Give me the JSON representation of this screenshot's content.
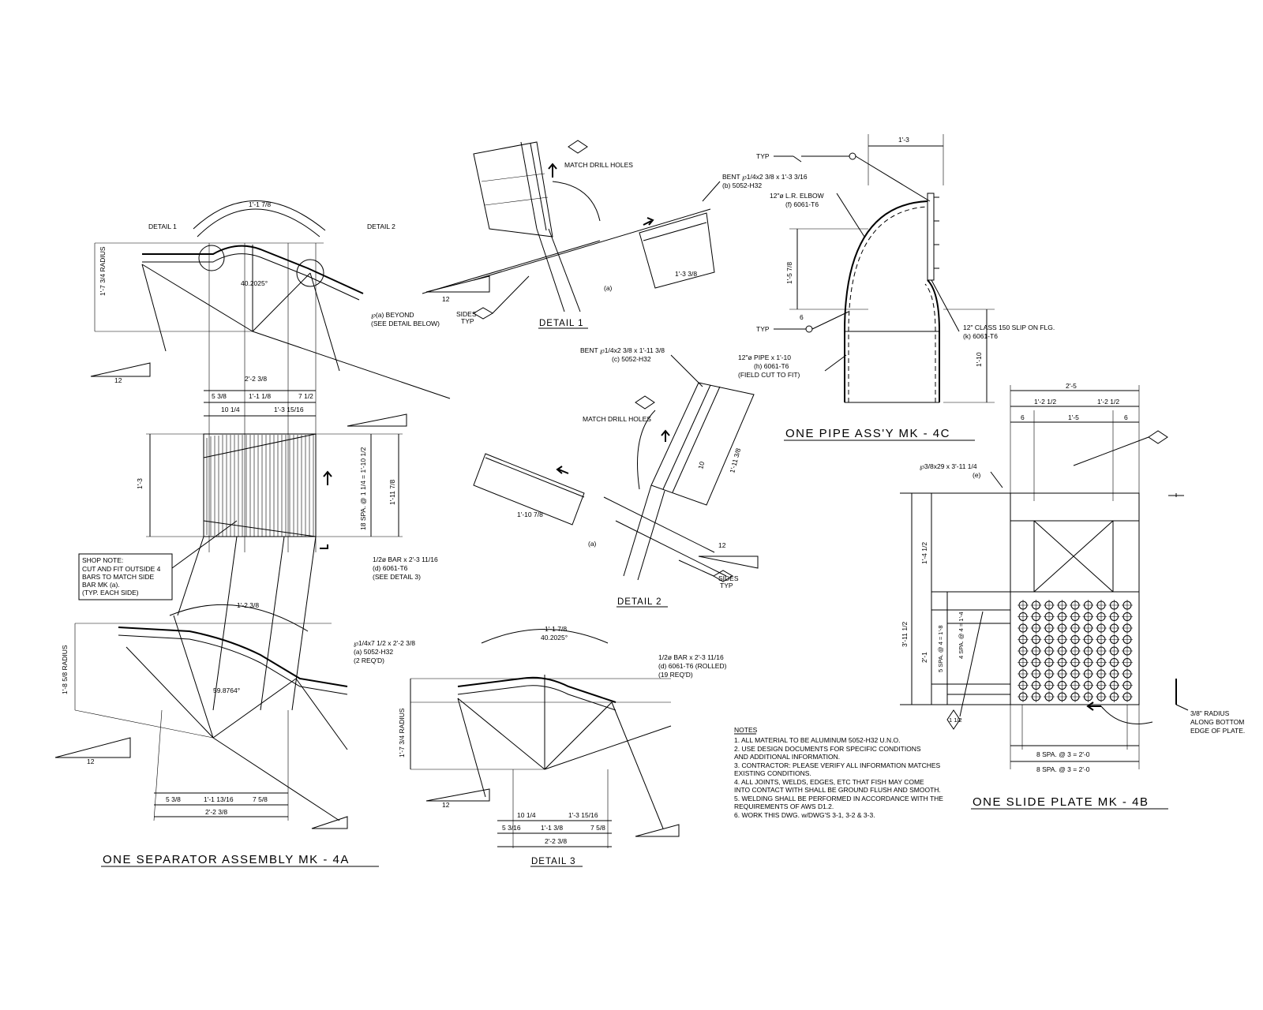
{
  "titles": {
    "separator": "ONE SEPARATOR ASSEMBLY MK - 4A",
    "detail1": "DETAIL 1",
    "detail2": "DETAIL 2",
    "detail3": "DETAIL 3",
    "pipe": "ONE PIPE ASS'Y MK - 4C",
    "slide": "ONE SLIDE PLATE MK - 4B"
  },
  "separator": {
    "detail1_callout": "DETAIL 1",
    "detail2_callout": "DETAIL 2",
    "arc_dim": "1'-1 7/8",
    "angle": "40.2025°",
    "radius": "1'-7 3/4 RADIUS",
    "plate_beyond": "℘(a) BEYOND",
    "plate_beyond_note": "(SEE DETAIL BELOW)",
    "slope_12": "12",
    "overall_width": "2'-2 3/8",
    "w_left": "5 3/8",
    "w_mid": "1'-1 1/8",
    "w_right": "7 1/2",
    "w2_left": "10 1/4",
    "w2_right": "1'-3 15/16",
    "height": "1'-3",
    "spacing": "18 SPA. @ 1 1/4 = 1'-10 1/2",
    "total_h": "1'-11 7/8",
    "bar_label": "1/2ø BAR x 2'-3 11/16",
    "bar_mat": "(d) 6061-T6",
    "bar_ref": "(SEE DETAIL 3)",
    "shop_note_title": "SHOP NOTE:",
    "shop_note": [
      "CUT AND FIT OUTSIDE 4",
      "BARS TO MATCH SIDE",
      "BAR MK (a).",
      "(TYP. EACH SIDE)"
    ],
    "plate2_label": "℘1/4x7 1/2 x 2'-2 3/8",
    "plate2_mat": "(a) 5052-H32",
    "plate2_qty": "(2 REQ'D)",
    "lower_arc": "1'-2 3/8",
    "lower_angle": "59.8764°",
    "lower_radius": "1'-8 5/8 RADIUS",
    "lower_w": "2'-2 3/8",
    "lower_w_left": "5 3/8",
    "lower_w_mid": "1'-1 13/16",
    "lower_w_right": "7 5/8"
  },
  "detail1": {
    "match": "MATCH DRILL HOLES",
    "bent_label": "BENT ℘1/4x2 3/8 x 1'-3 3/16",
    "bent_mat": "(b) 5052-H32",
    "dim": "1'-3 3/8",
    "sides": "SIDES",
    "typ": "TYP",
    "ref_a": "(a)",
    "slope": "12"
  },
  "detail2": {
    "bent_label": "BENT ℘1/4x2 3/8 x 1'-11 3/8",
    "bent_mat": "(c) 5052-H32",
    "match": "MATCH DRILL HOLES",
    "dim": "1'-10 7/8",
    "dim2": "1'-11 3/8",
    "dim3": "10",
    "ref_a": "(a)",
    "sides": "SIDES",
    "typ": "TYP",
    "slope": "12"
  },
  "detail3": {
    "arc": "1'-1 7/8",
    "angle": "40.2025°",
    "bar_label": "1/2ø BAR x 2'-3 11/16",
    "bar_mat": "(d) 6061-T6 (ROLLED)",
    "bar_qty": "(19 REQ'D)",
    "radius": "1'-7 3/4 RADIUS",
    "w": "2'-2 3/8",
    "w_left": "5 3/16",
    "w_mid": "1'-1 3/8",
    "w_right": "7 5/8",
    "w2_left": "10 1/4",
    "w2_right": "1'-3 15/16",
    "slope": "12"
  },
  "pipe": {
    "top_dim": "1'-3",
    "typ1": "TYP",
    "typ2": "TYP",
    "elbow": "12\"ø L.R. ELBOW",
    "elbow_mat": "(f) 6061-T6",
    "pipe": "12\"ø PIPE x 1'-10",
    "pipe_mat": "(h) 6061-T6",
    "pipe_note": "(FIELD CUT TO FIT)",
    "flange": "12\" CLASS 150 SLIP ON FLG.",
    "flange_mat": "(k) 6061-T6",
    "h1": "1'-5 7/8",
    "h2": "1'-10",
    "weld": "6"
  },
  "slide": {
    "overall": "2'-5",
    "half_l": "1'-2 1/2",
    "half_r": "1'-2 1/2",
    "edge_l": "6",
    "center": "1'-5",
    "edge_r": "6",
    "plate": "℘3/8x29 x 3'-11 1/4",
    "plate_ref": "(e)",
    "total_h": "3'-11 1/2",
    "top_h": "1'-4 1/2",
    "grid_h": "2'-1",
    "spa_v1": "4 SPA. @ 4 = 1'-4",
    "spa_v2": "5 SPA. @ 4 = 1'-8",
    "spa_h1": "8 SPA. @ 3 = 2'-0",
    "spa_h2": "8 SPA. @ 3 = 2'-0",
    "radius_note": [
      "3/8\" RADIUS",
      "ALONG BOTTOM",
      "EDGE OF PLATE."
    ],
    "weld_sym": "1 1/2"
  },
  "notes": {
    "title": "NOTES",
    "items": [
      "1. ALL MATERIAL TO BE ALUMINUM 5052-H32 U.N.O.",
      "2. USE DESIGN DOCUMENTS FOR SPECIFIC CONDITIONS",
      "    AND ADDITIONAL INFORMATION.",
      "3. CONTRACTOR: PLEASE VERIFY ALL INFORMATION MATCHES",
      "    EXISTING CONDITIONS.",
      "4. ALL JOINTS, WELDS, EDGES, ETC THAT FISH MAY COME",
      "    INTO CONTACT WITH SHALL BE GROUND FLUSH AND SMOOTH.",
      "5. WELDING SHALL BE PERFORMED IN ACCORDANCE WITH THE",
      "    REQUIREMENTS OF AWS D1.2.",
      "6. WORK THIS DWG. w/DWG'S 3-1, 3-2 & 3-3."
    ]
  }
}
